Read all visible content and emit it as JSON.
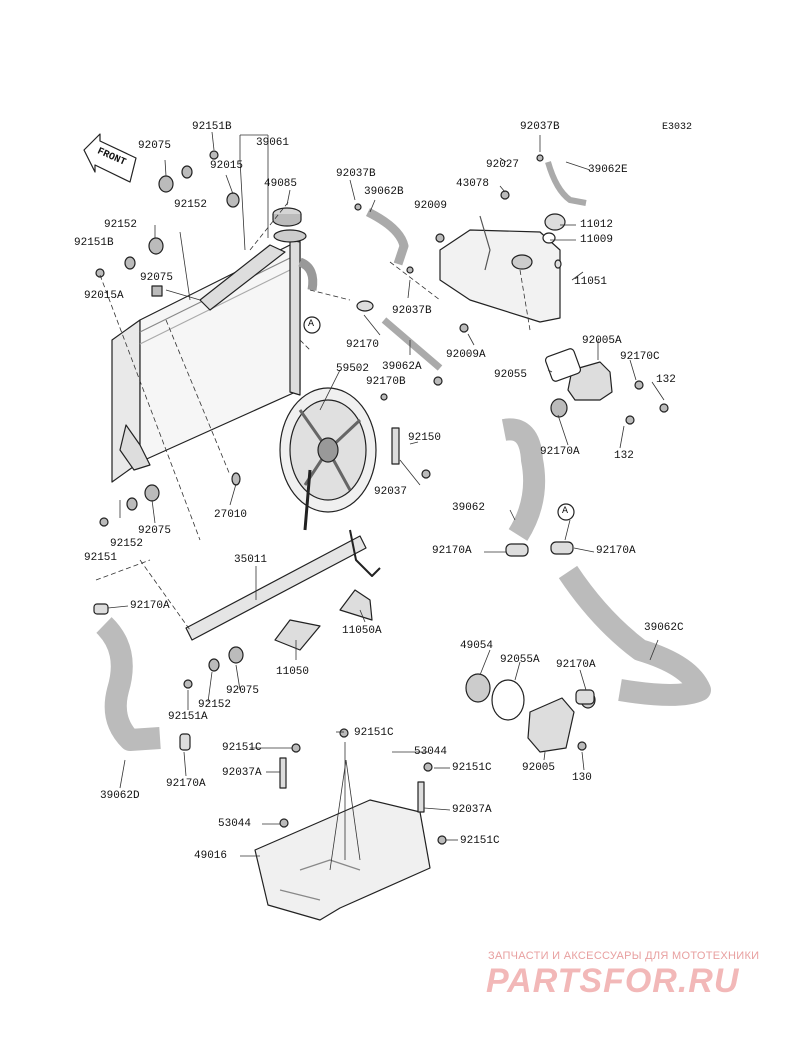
{
  "diagram_code": "E3032",
  "front_label": "FRONT",
  "watermark": {
    "line1": "ЗАПЧАСТИ И АКСЕССУАРЫ ДЛЯ МОТОТЕХНИКИ",
    "logo": "PARTSFOR.RU"
  },
  "callouts": {
    "A": "A"
  },
  "labels": [
    "92037B",
    "E3032",
    "92151B",
    "39061",
    "92075",
    "92027",
    "39062E",
    "92015",
    "49085",
    "92037B",
    "43078",
    "39062B",
    "92009",
    "11012",
    "92152",
    "11009",
    "92152",
    "92151B",
    "92075",
    "92015A",
    "11051",
    "92037B",
    "92170",
    "92009A",
    "92005A",
    "39062A",
    "59502",
    "92170C",
    "92055",
    "92170B",
    "132",
    "92150",
    "92170A",
    "132",
    "27010",
    "92037",
    "39062",
    "92075",
    "92152",
    "92151",
    "92170A",
    "35011",
    "92170A",
    "11050A",
    "92170A",
    "39062C",
    "11050",
    "49054",
    "92055A",
    "92170A",
    "92075",
    "92152",
    "92151A",
    "92151C",
    "53044",
    "92151C",
    "92037A",
    "92151C",
    "92170A",
    "92005",
    "130",
    "39062D",
    "92037A",
    "53044",
    "92151C",
    "49016"
  ]
}
